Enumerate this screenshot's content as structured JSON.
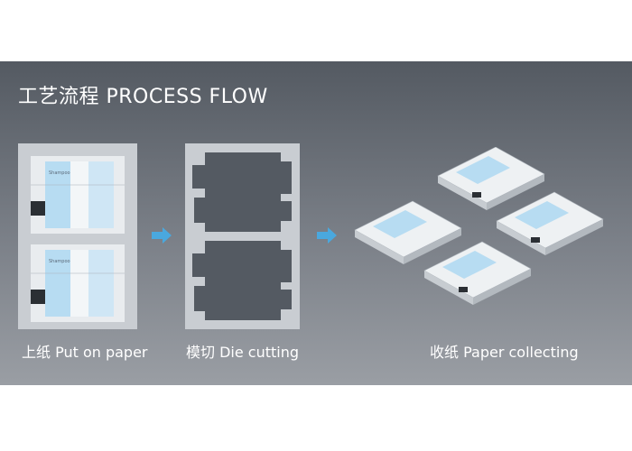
{
  "header": {
    "title": "工艺流程 PROCESS FLOW"
  },
  "steps": [
    {
      "label": "上纸 Put on paper"
    },
    {
      "label": "模切 Die cutting"
    },
    {
      "label": "收纸 Paper collecting"
    }
  ],
  "sheet": {
    "product_text": "Shampoo"
  },
  "colors": {
    "panel_top": "#545a62",
    "panel_bottom": "#9a9ea4",
    "arrow": "#4aa8de",
    "box_blue": "#b7dcf2",
    "sheet": "#c9cdd2",
    "die_shape": "#545a62"
  },
  "icons": [
    "arrow-right-icon",
    "arrow-right-icon"
  ]
}
